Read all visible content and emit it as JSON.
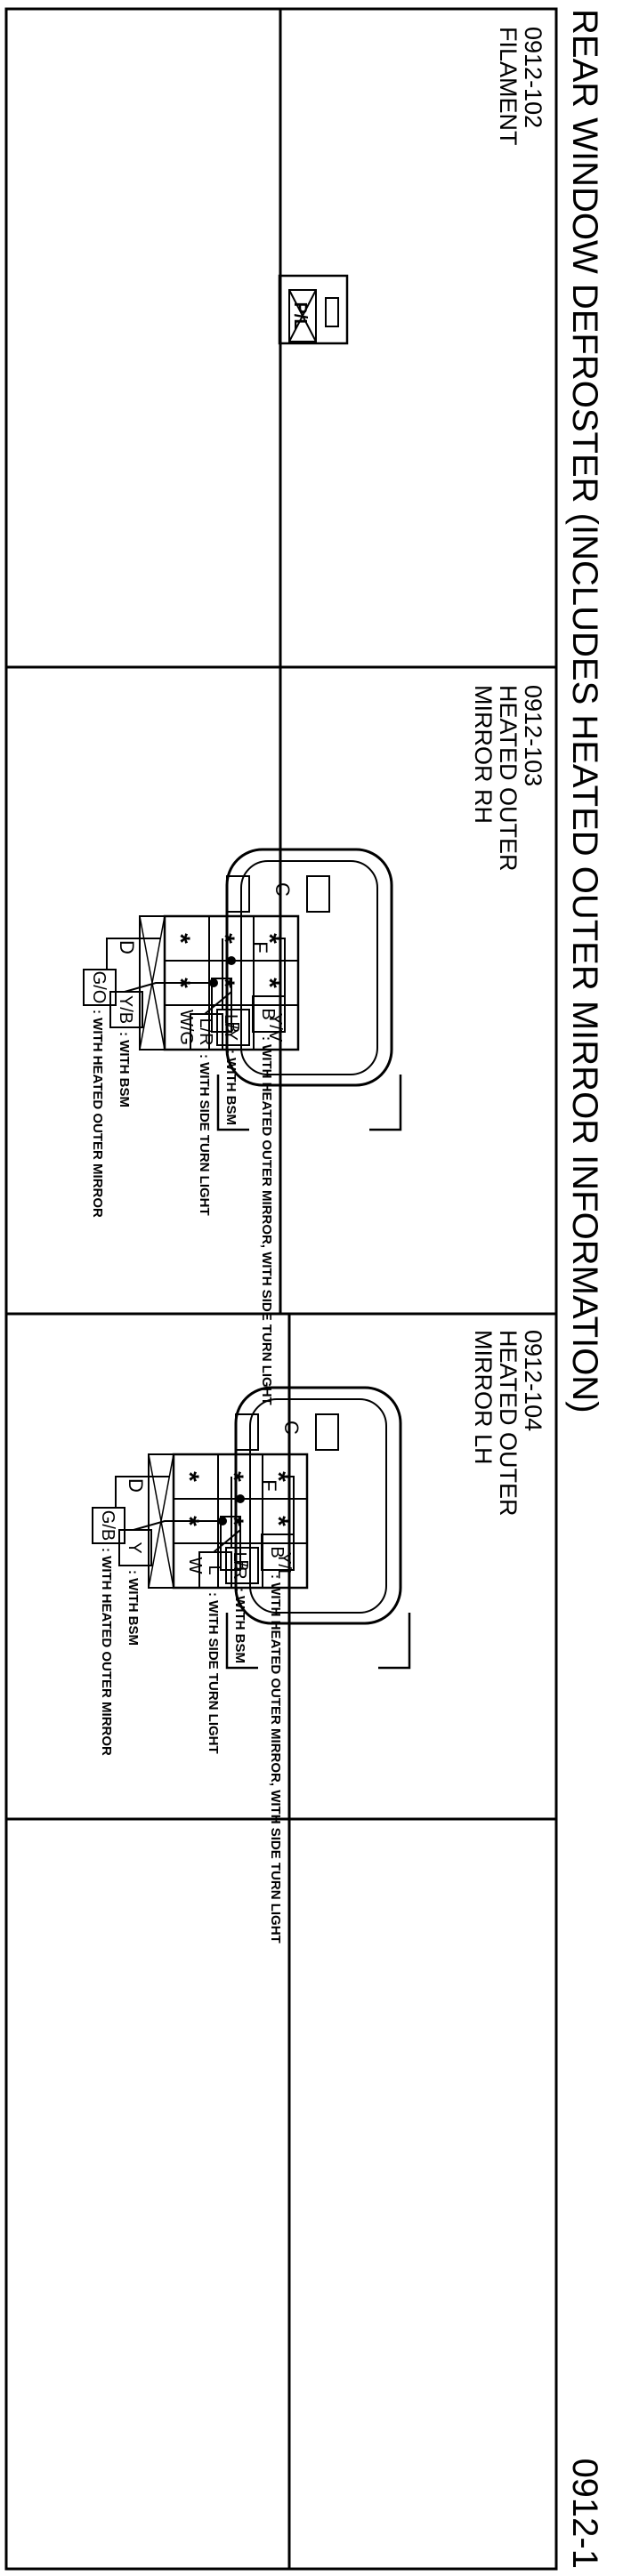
{
  "title": "REAR WINDOW DEFROSTER (INCLUDES HEATED OUTER MIRROR INFORMATION)",
  "page_number": "0912-1",
  "connectors": [
    {
      "code": "0912-102",
      "name": [
        "FILAMENT"
      ],
      "terminals": [
        "P/L"
      ]
    },
    {
      "code": "0912-103",
      "name": [
        "HEATED OUTER",
        "MIRROR RH"
      ],
      "cavities": {
        "top_row": [
          "*",
          "*",
          "W/G"
        ],
        "middle_row": [
          "*",
          "*",
          "L/Y"
        ],
        "bottom_row": [
          "*",
          "*",
          "Y/V"
        ]
      },
      "pin_letters": {
        "upper": "D",
        "lower_left": "C",
        "lower_mid": "F"
      },
      "wires": [
        {
          "color": "G/O",
          "note": ": WITH HEATED OUTER MIRROR"
        },
        {
          "color": "Y/B",
          "note": ": WITH BSM"
        },
        {
          "color": "L/R",
          "note": ": WITH SIDE TURN LIGHT"
        },
        {
          "color": "B",
          "note": ": WITH BSM"
        },
        {
          "color": "B",
          "note": ": WITH HEATED OUTER MIRROR, WITH SIDE TURN LIGHT"
        }
      ]
    },
    {
      "code": "0912-104",
      "name": [
        "HEATED OUTER",
        "MIRROR LH"
      ],
      "cavities": {
        "top_row": [
          "*",
          "*",
          "W"
        ],
        "middle_row": [
          "*",
          "*",
          "L/R"
        ],
        "bottom_row": [
          "*",
          "*",
          "Y/L"
        ]
      },
      "pin_letters": {
        "upper": "D",
        "lower_left": "C",
        "lower_mid": "F"
      },
      "wires": [
        {
          "color": "G/B",
          "note": ": WITH HEATED OUTER MIRROR"
        },
        {
          "color": "Y",
          "note": ": WITH BSM"
        },
        {
          "color": "L",
          "note": ": WITH SIDE TURN LIGHT"
        },
        {
          "color": "B",
          "note": ": WITH BSM"
        },
        {
          "color": "B",
          "note": ": WITH HEATED OUTER MIRROR, WITH SIDE TURN LIGHT"
        }
      ]
    }
  ]
}
